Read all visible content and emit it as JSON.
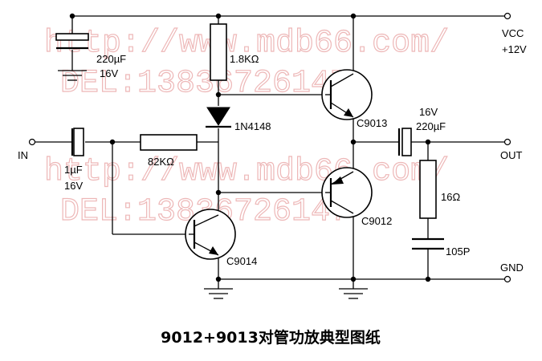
{
  "title": "9012+9013对管功放典型图纸",
  "watermarks": {
    "line1": "http://www.mdb66.com/",
    "line2": "DEL:13836726147"
  },
  "terminals": {
    "vcc": "VCC",
    "vcc_voltage": "+12V",
    "input": "IN",
    "output": "OUT",
    "ground": "GND"
  },
  "components": {
    "c_supply_value": "220µF",
    "c_supply_voltage": "16V",
    "r_top": "1.8KΩ",
    "diode": "1N4148",
    "q_upper": "C9013",
    "c_out_voltage": "16V",
    "c_out_value": "220µF",
    "r_input": "82KΩ",
    "c_in_value": "1µF",
    "c_in_voltage": "16V",
    "q_lower": "C9012",
    "r_load": "16Ω",
    "q_driver": "C9014",
    "c_small": "105P"
  }
}
